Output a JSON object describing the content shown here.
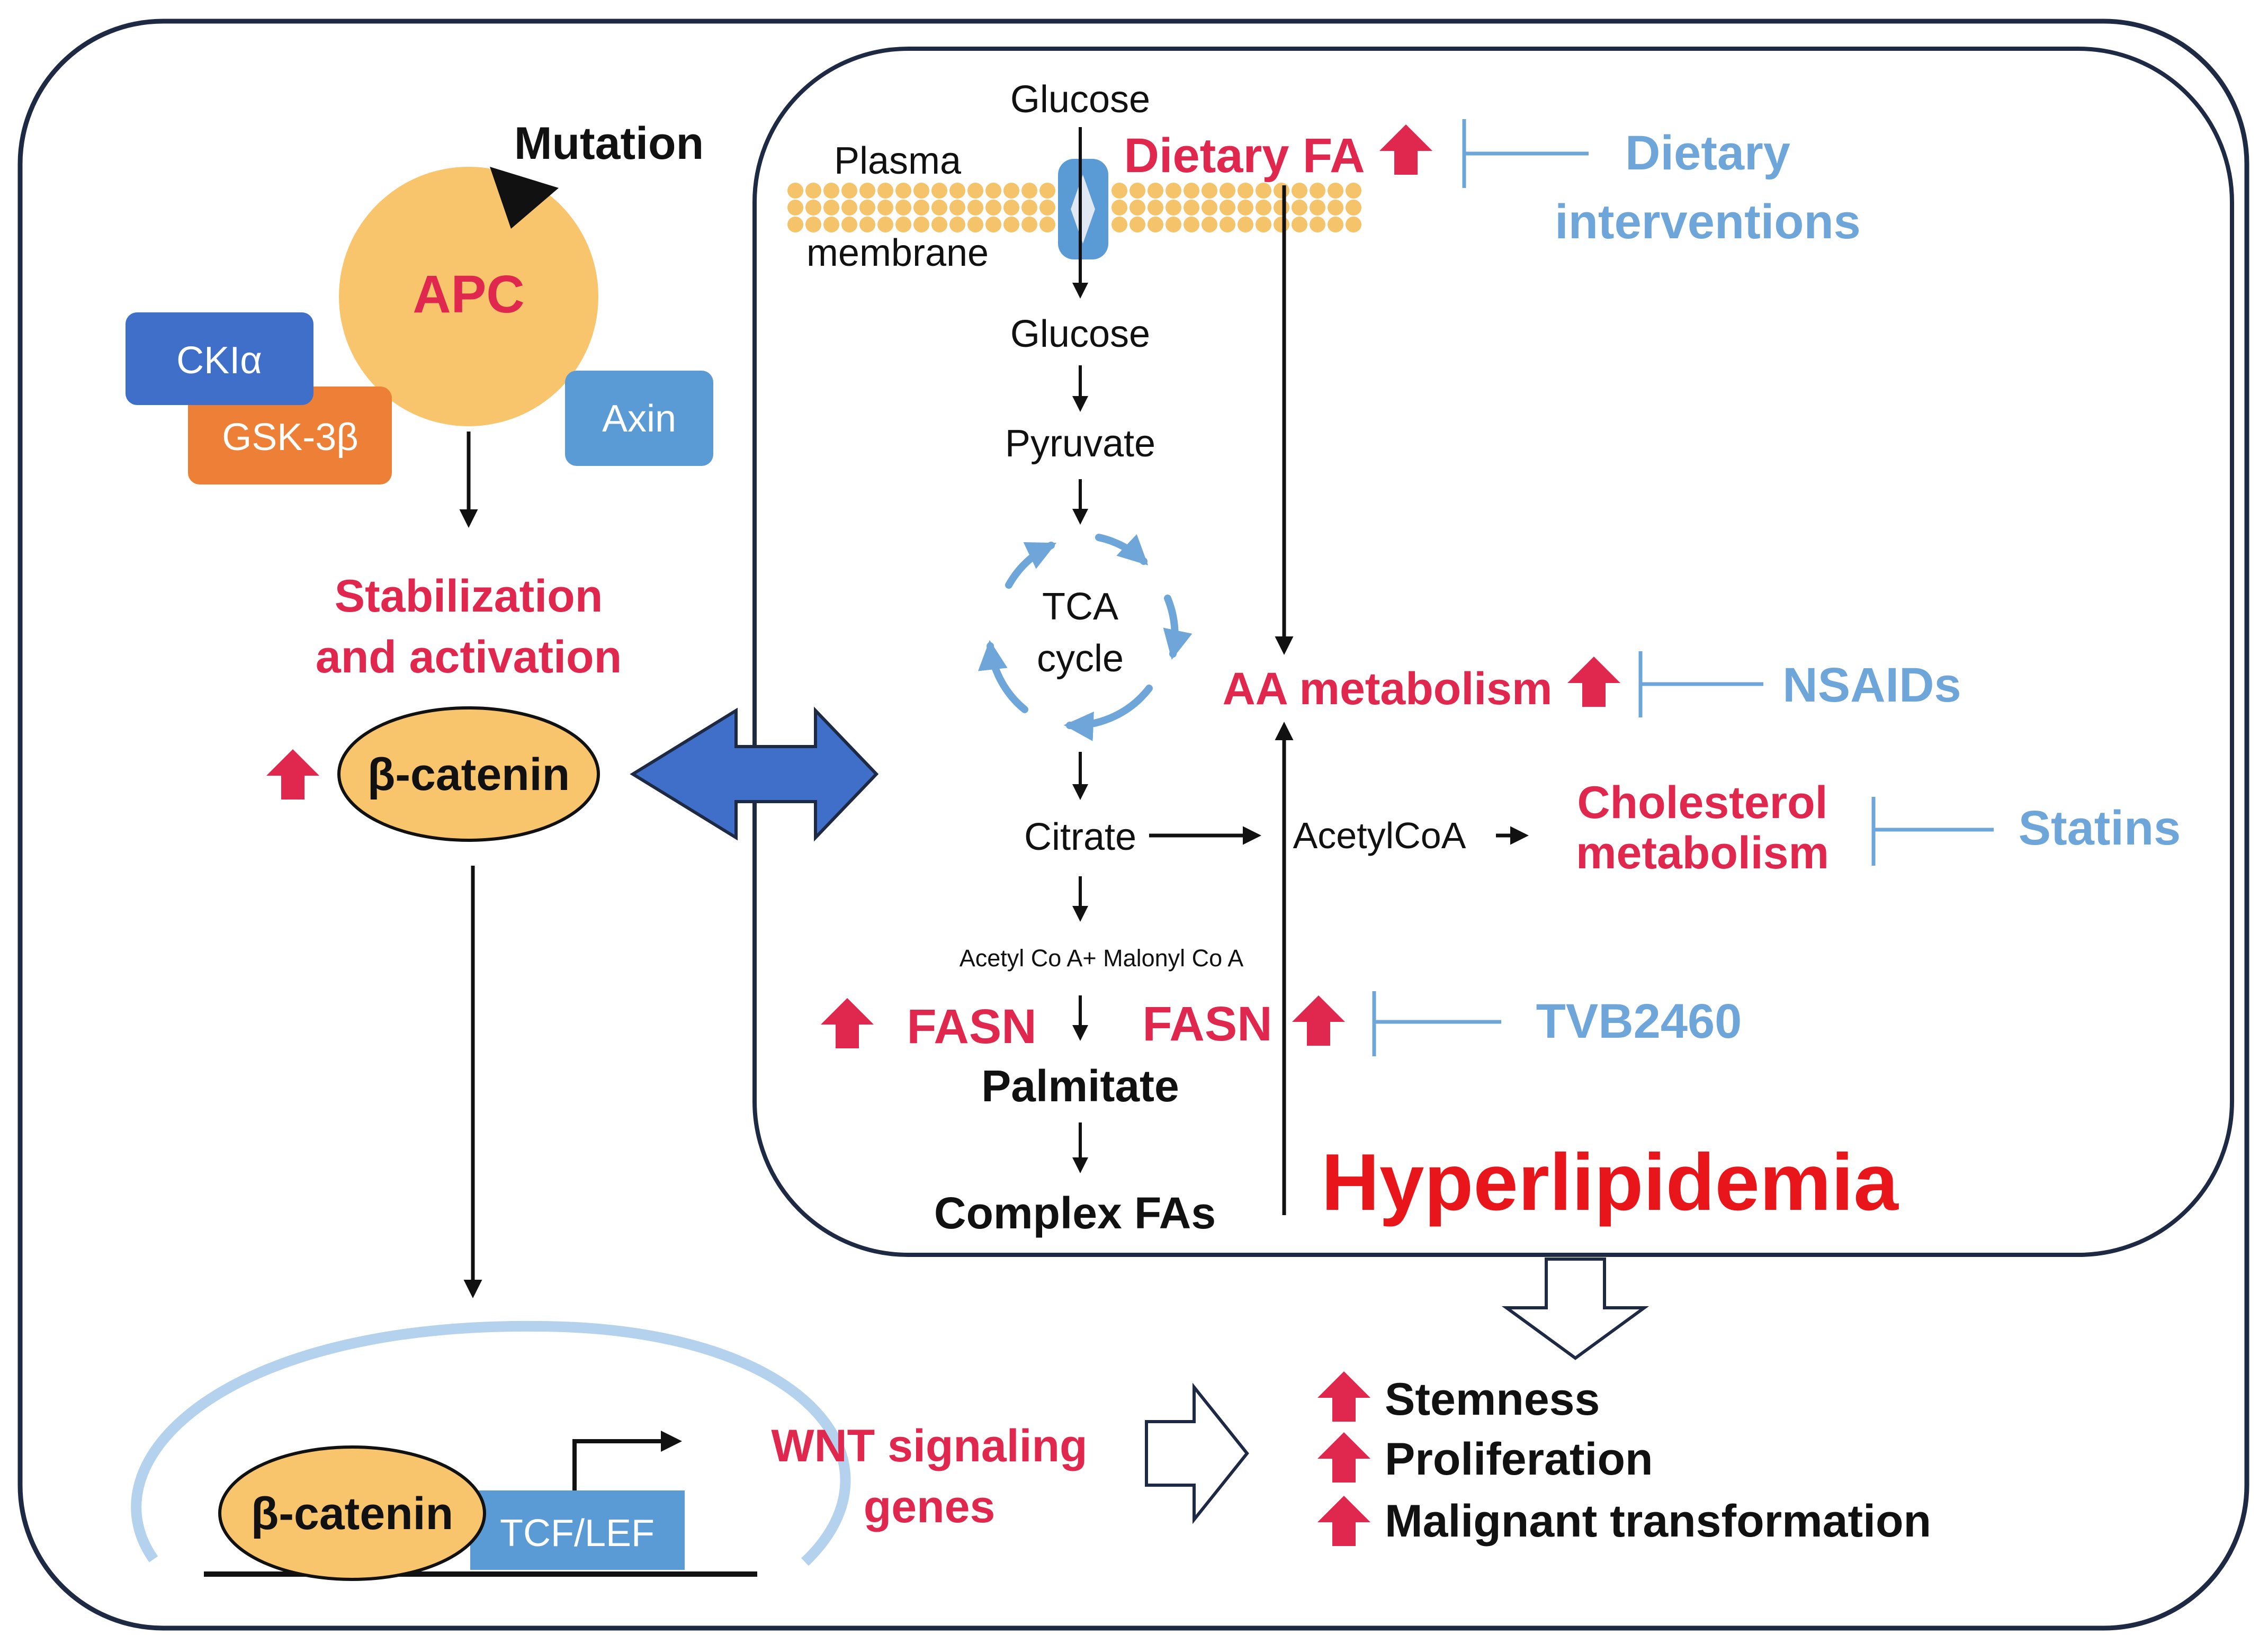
{
  "labels": {
    "mutation": "Mutation",
    "apc": "APC",
    "ck1a": "CKIα",
    "gsk3b": "GSK-3β",
    "axin": "Axin",
    "stabilization_line1": "Stabilization",
    "stabilization_line2": "and activation",
    "beta_catenin_top": "β-catenin",
    "beta_catenin_bottom": "β-catenin",
    "tcf_lef": "TCF/LEF",
    "wnt_line1": "WNT signaling",
    "wnt_line2": "genes",
    "glucose_top": "Glucose",
    "plasma": "Plasma",
    "membrane": "membrane",
    "dietary_fa": "Dietary FA",
    "dietary_interventions_line1": "Dietary",
    "dietary_interventions_line2": "interventions",
    "glucose_inner": "Glucose",
    "pyruvate": "Pyruvate",
    "tca_line1": "TCA",
    "tca_line2": "cycle",
    "aa_metabolism": "AA metabolism",
    "nsaids": "NSAIDs",
    "citrate": "Citrate",
    "acetylcoa": "AcetylCoA",
    "cholesterol_line1": "Cholesterol",
    "cholesterol_line2": "metabolism",
    "statins": "Statins",
    "acetyl_malonyl": "Acetyl Co A+ Malonyl Co A",
    "fasn_left": "FASN",
    "fasn_right": "FASN",
    "tvb": "TVB2460",
    "palmitate": "Palmitate",
    "complex_fas": "Complex FAs",
    "hyperlipidemia": "Hyperlipidemia",
    "stemness": "Stemness",
    "proliferation": "Proliferation",
    "malignant": "Malignant transformation"
  },
  "colors": {
    "accent_red": "#e0274e",
    "hyperlipidemia_red": "#e8161b",
    "inhibitor_blue": "#6fa6d9",
    "apc_orange": "#f8c46c",
    "ck1a_blue": "#3f6fc9",
    "gsk_orange": "#ee7f36",
    "axin_blue": "#5b9bd5",
    "double_arrow_blue": "#3f6fc9",
    "outline_navy": "#1e2a44"
  }
}
